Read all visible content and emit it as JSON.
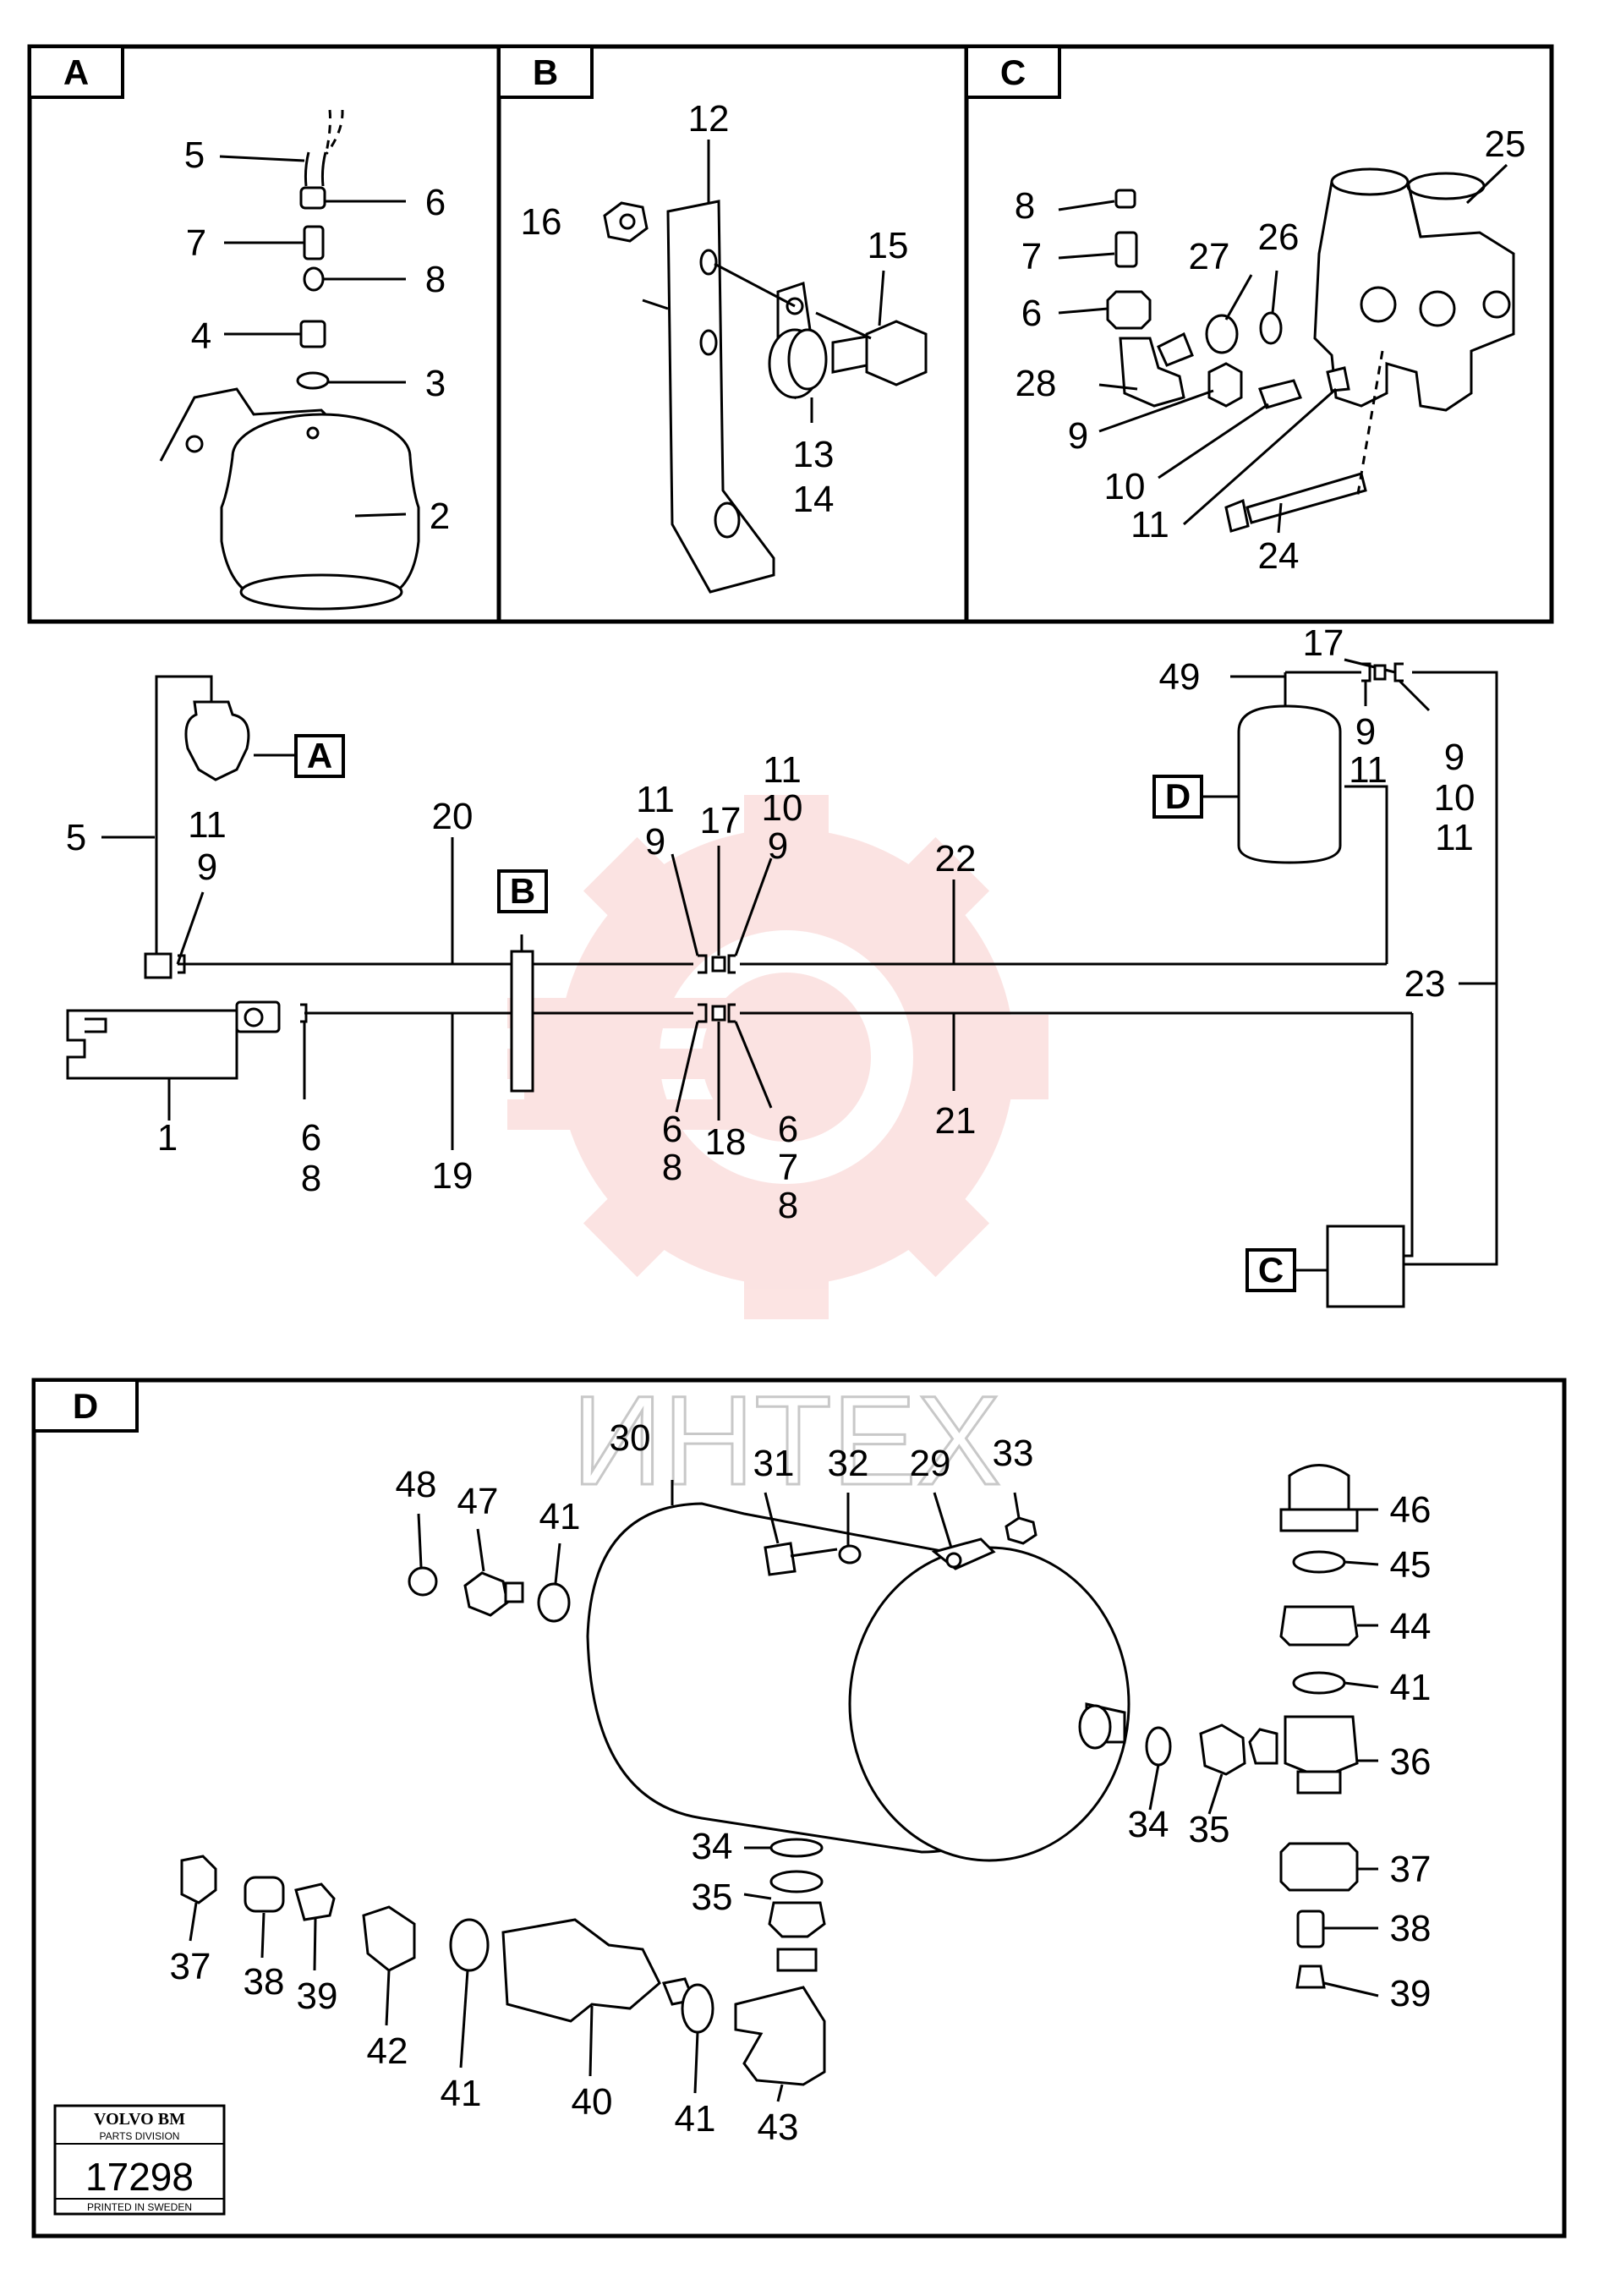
{
  "panels": {
    "a": {
      "tag": "A",
      "labels": [
        "5",
        "6",
        "7",
        "8",
        "4",
        "3",
        "2"
      ]
    },
    "b": {
      "tag": "B",
      "labels": [
        "12",
        "16",
        "15",
        "13",
        "14"
      ]
    },
    "c": {
      "tag": "C",
      "labels": [
        "25",
        "8",
        "7",
        "26",
        "27",
        "6",
        "28",
        "9",
        "10",
        "11",
        "24"
      ]
    },
    "d": {
      "tag": "D",
      "labels": [
        "30",
        "31",
        "32",
        "29",
        "33",
        "48",
        "47",
        "41",
        "46",
        "45",
        "44",
        "41",
        "36",
        "34",
        "35",
        "34",
        "35",
        "37",
        "38",
        "39",
        "37",
        "38",
        "39",
        "42",
        "41",
        "40",
        "41",
        "43"
      ]
    }
  },
  "schematic": {
    "tags": [
      "A",
      "B",
      "D",
      "C"
    ],
    "labels": [
      "5",
      "11",
      "9",
      "20",
      "11",
      "9",
      "17",
      "11",
      "10",
      "9",
      "22",
      "1",
      "6",
      "8",
      "19",
      "6",
      "8",
      "18",
      "6",
      "7",
      "8",
      "21",
      "49",
      "17",
      "9",
      "11",
      "9",
      "10",
      "11",
      "23"
    ]
  },
  "watermark": {
    "text": "ИНТЕХ",
    "color": "#e8302a"
  },
  "stamp": {
    "brand": "VOLVO BM",
    "division": "PARTS DIVISION",
    "number": "17298",
    "footer": "PRINTED IN SWEDEN"
  }
}
